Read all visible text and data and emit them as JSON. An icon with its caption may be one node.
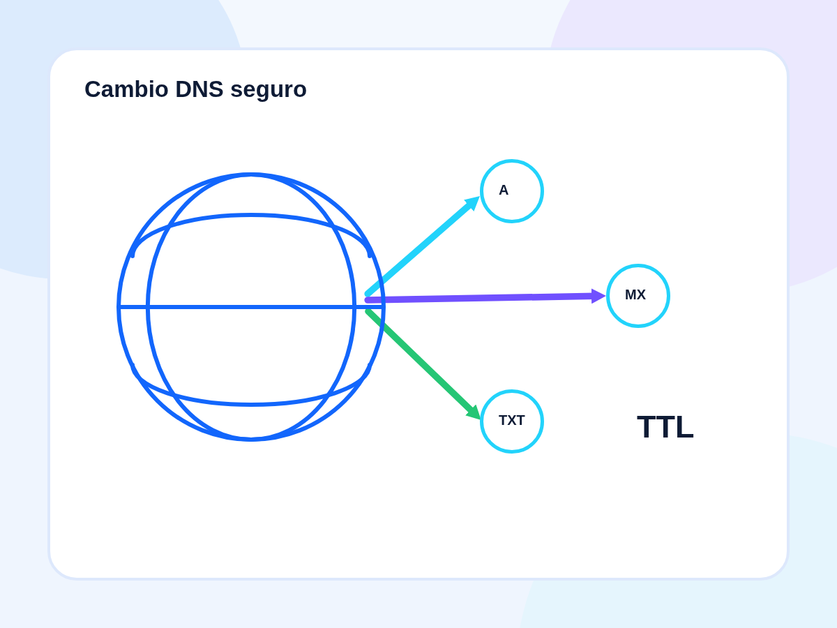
{
  "diagram": {
    "title": "Cambio DNS seguro",
    "nodes": [
      {
        "text": [],
        "shape": "picture"
      },
      {
        "text": [
          "A"
        ]
      },
      {
        "text": [
          "MX"
        ]
      },
      {
        "text": [
          "TXT"
        ]
      }
    ],
    "edges": [
      {
        "from": 0,
        "to": 1,
        "arrow": "to",
        "color": "#22d3fb"
      },
      {
        "from": 0,
        "to": 2,
        "arrow": "to",
        "color": "#7050ff"
      },
      {
        "from": 0,
        "to": 3,
        "arrow": "to",
        "color": "#25c675"
      }
    ],
    "labels": [
      "TTL"
    ]
  }
}
